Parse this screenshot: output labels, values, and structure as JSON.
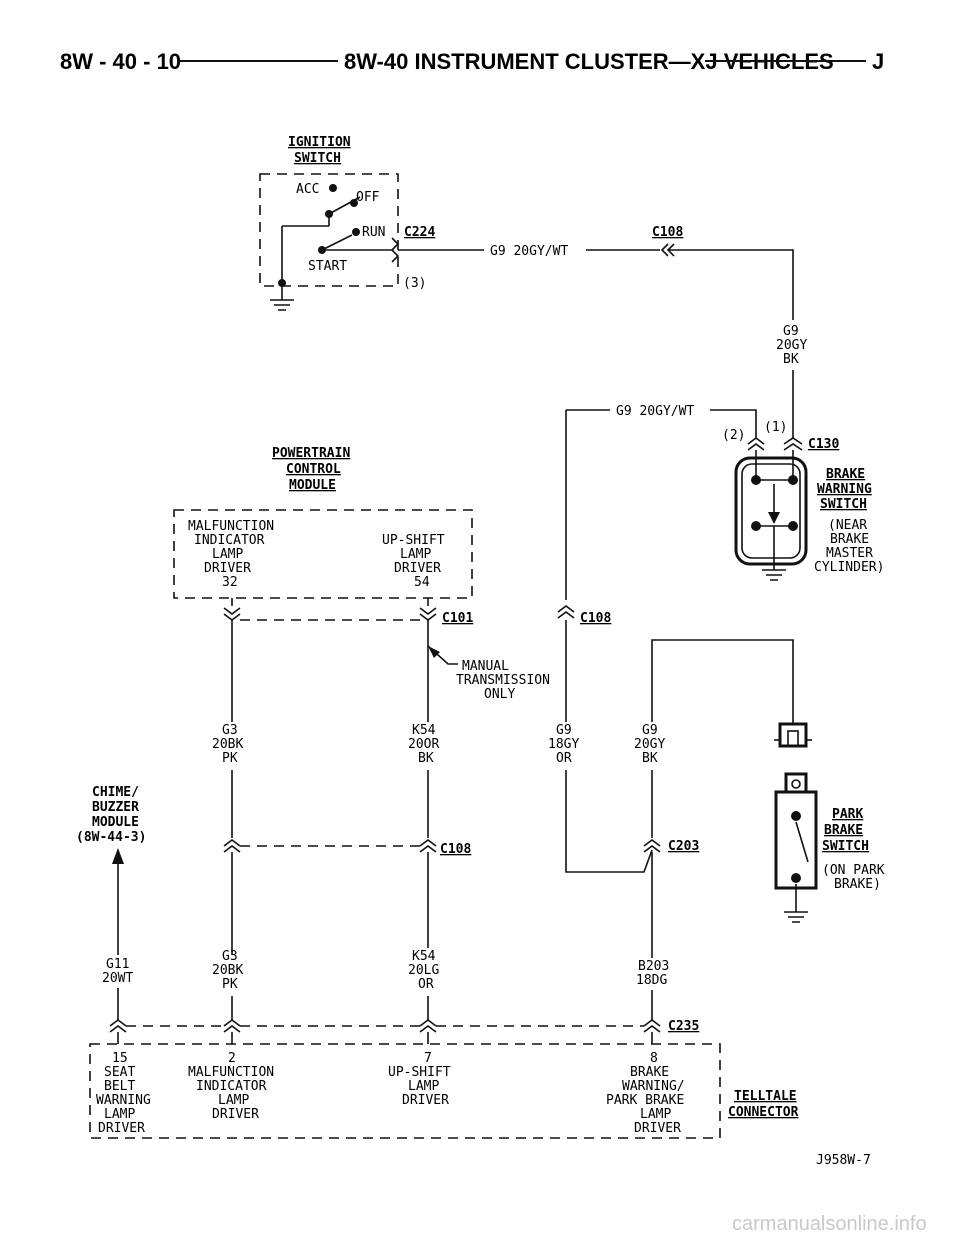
{
  "header": {
    "left": "8W - 40 - 10",
    "center": "8W-40 INSTRUMENT CLUSTER—XJ VEHICLES",
    "right": "J"
  },
  "ignition": {
    "title1": "IGNITION",
    "title2": "SWITCH",
    "acc": "ACC",
    "off": "OFF",
    "run": "RUN",
    "start": "START",
    "pin": "(3)"
  },
  "connectors": {
    "c224": "C224",
    "c108": "C108",
    "c130": "C130",
    "c101": "C101",
    "c203": "C203",
    "c235": "C235"
  },
  "wires": {
    "g9_gy_wt_top": "G9 20GY/WT",
    "g9_gy_wt_mid": "G9 20GY/WT",
    "g9_bk_right": [
      "G9",
      "20GY",
      "BK"
    ],
    "g3_top": [
      "G3",
      "20BK",
      "PK"
    ],
    "k54_top": [
      "K54",
      "20OR",
      "BK"
    ],
    "g9_18gy_or": [
      "G9",
      "18GY",
      "OR"
    ],
    "g9_20gy_bk": [
      "G9",
      "20GY",
      "BK"
    ],
    "g11": [
      "G11",
      "20WT"
    ],
    "g3_bot": [
      "G3",
      "20BK",
      "PK"
    ],
    "k54_bot": [
      "K54",
      "20LG",
      "OR"
    ],
    "b203": [
      "B203",
      "18DG"
    ]
  },
  "pins": {
    "p2": "(2)",
    "p1": "(1)"
  },
  "brake_warning": {
    "title": [
      "BRAKE",
      "WARNING",
      "SWITCH"
    ],
    "note": [
      "(NEAR",
      "BRAKE",
      "MASTER",
      "CYLINDER)"
    ]
  },
  "pcm": {
    "title": [
      "POWERTRAIN",
      "CONTROL",
      "MODULE"
    ],
    "mil": [
      "MALFUNCTION",
      "INDICATOR",
      "LAMP",
      "DRIVER",
      "32"
    ],
    "upshift": [
      "UP-SHIFT",
      "LAMP",
      "DRIVER",
      "54"
    ]
  },
  "manual_note": [
    "MANUAL",
    "TRANSMISSION",
    "ONLY"
  ],
  "chime": [
    "CHIME/",
    "BUZZER",
    "MODULE",
    "(8W-44-3)"
  ],
  "park_brake": {
    "title": [
      "PARK",
      "BRAKE",
      "SWITCH"
    ],
    "note": [
      "(ON PARK",
      "BRAKE)"
    ]
  },
  "telltale": {
    "title": [
      "TELLTALE",
      "CONNECTOR"
    ],
    "p15": [
      "15",
      "SEAT",
      "BELT",
      "WARNING",
      "LAMP",
      "DRIVER"
    ],
    "p2": [
      "2",
      "MALFUNCTION",
      "INDICATOR",
      "LAMP",
      "DRIVER"
    ],
    "p7": [
      "7",
      "UP-SHIFT",
      "LAMP",
      "DRIVER"
    ],
    "p8": [
      "8",
      "BRAKE",
      "WARNING/",
      "PARK BRAKE",
      "LAMP",
      "DRIVER"
    ]
  },
  "figure_id": "J958W-7",
  "watermark": "carmanualsonline.info"
}
